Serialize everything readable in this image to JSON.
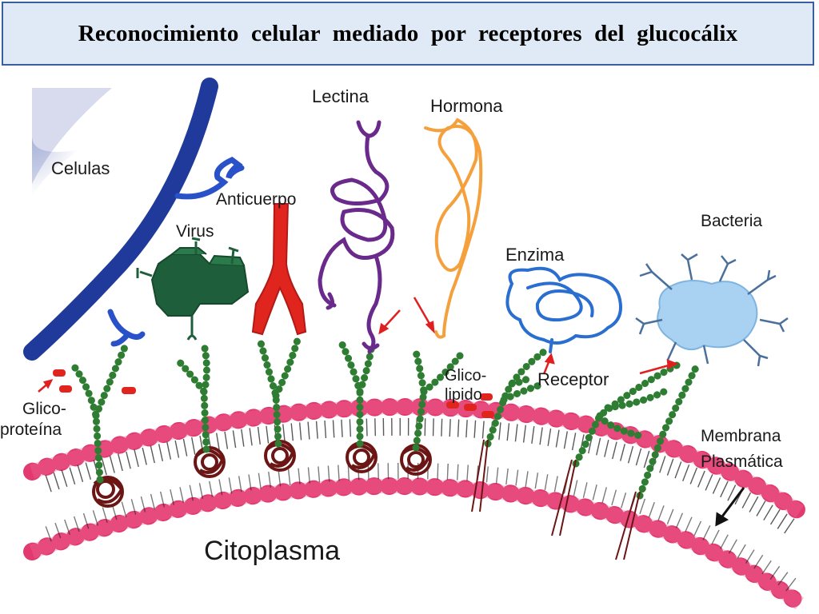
{
  "title": "Reconocimiento celular mediado por receptores del glucocálix",
  "labels": {
    "celulas": "Celulas",
    "anticuerpo": "Anticuerpo",
    "virus": "Virus",
    "lectina": "Lectina",
    "hormona": "Hormona",
    "enzima": "Enzima",
    "bacteria": "Bacteria",
    "glicoproteina_1": "Glico-",
    "glicoproteina_2": "proteína",
    "glicolipido_1": "Glico-",
    "glicolipido_2": "lipido",
    "receptor": "Receptor",
    "membrana_1": "Membrana",
    "membrana_2": "Plasmática",
    "citoplasma": "Citoplasma"
  },
  "colors": {
    "title_background": "#dfeaf6",
    "title_border": "#3b5ea0",
    "cell": "#1f3a9a",
    "virus": "#1f5e3a",
    "antibody": "#e0251e",
    "lectin": "#6a2a8c",
    "hormone": "#f4a03c",
    "enzyme": "#2a6fd0",
    "bacteria": "#a9d2f2",
    "glycan_chain": "#2e7d32",
    "membrane": "#e23a70",
    "protein": "#6b1515",
    "arrow": "#e02020"
  }
}
